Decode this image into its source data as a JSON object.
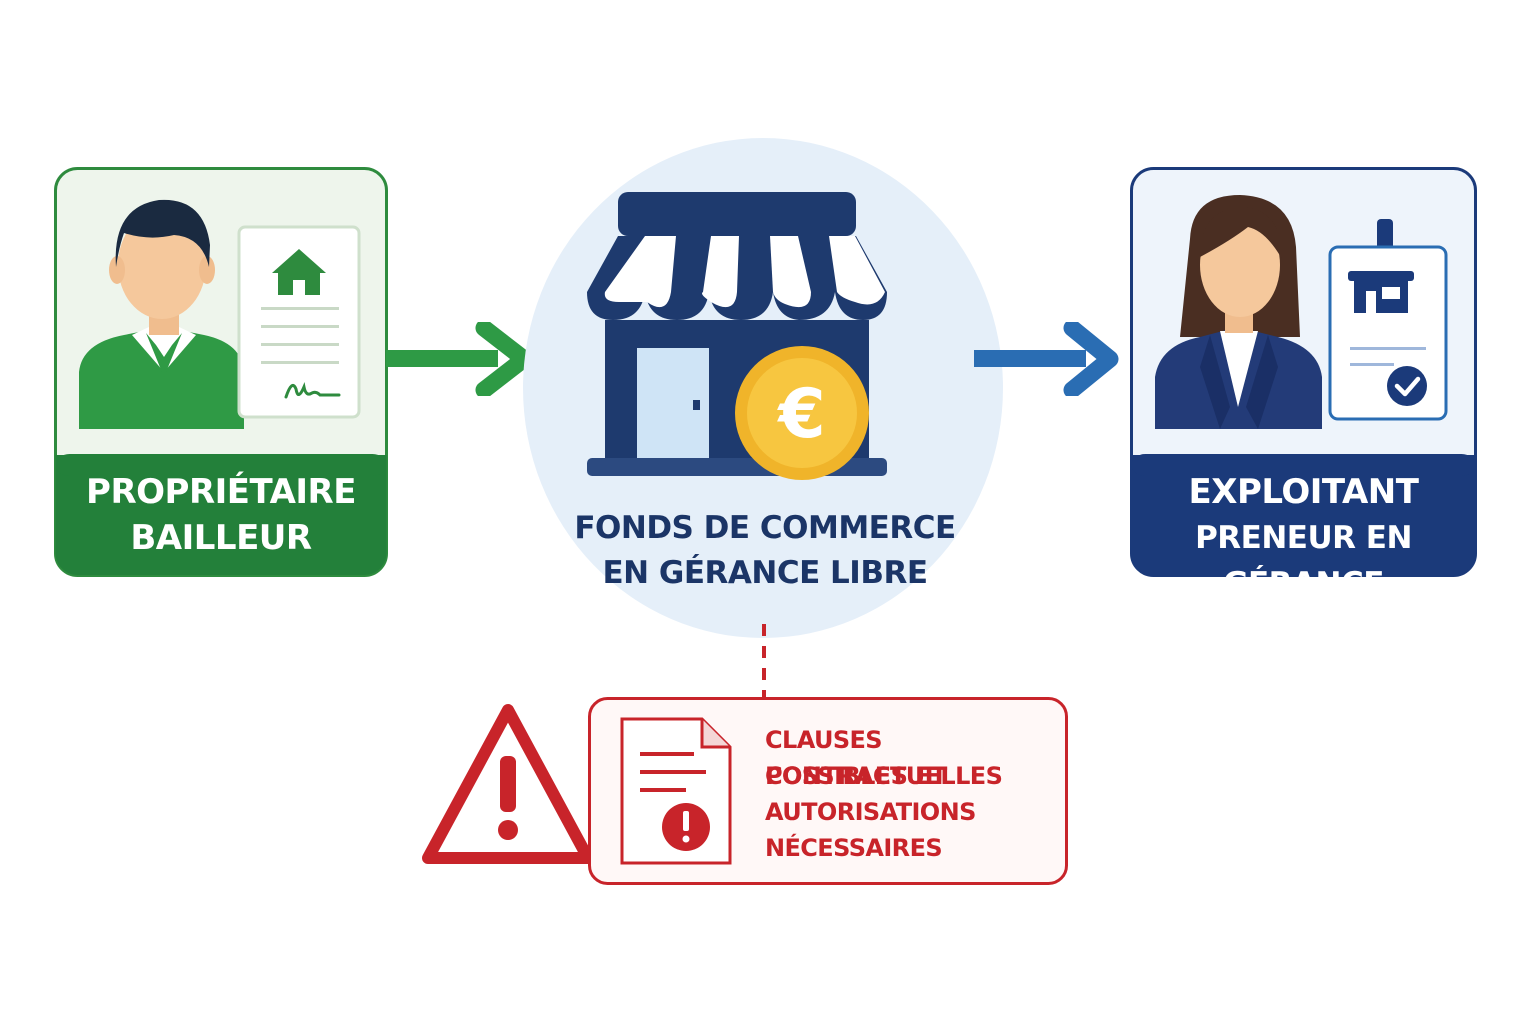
{
  "owner": {
    "line1": "PROPRIÉTAIRE",
    "line2": "BAILLEUR",
    "accent": "#2e8b3e",
    "dark": "#23803a"
  },
  "business": {
    "line1": "FONDS DE COMMERCE",
    "line2": "EN GÉRANCE LIBRE",
    "accent": "#1e3a6e",
    "coin_symbol": "€"
  },
  "operator": {
    "line1": "EXPLOITANT",
    "line2": "PRENEUR EN GÉRANCE",
    "accent": "#1b3a7a"
  },
  "warning": {
    "line1": "CLAUSES CONTRACTUELLES",
    "line2": "POSSIBLES ET",
    "line3": "AUTORISATIONS",
    "line4": "NÉCESSAIRES",
    "accent": "#c8242a"
  },
  "icons": [
    "person-icon",
    "house-contract-icon",
    "signature-icon",
    "storefront-icon",
    "euro-coin-icon",
    "badge-icon",
    "checkmark-icon",
    "warning-triangle-icon",
    "document-alert-icon",
    "arrow-right-icon"
  ]
}
